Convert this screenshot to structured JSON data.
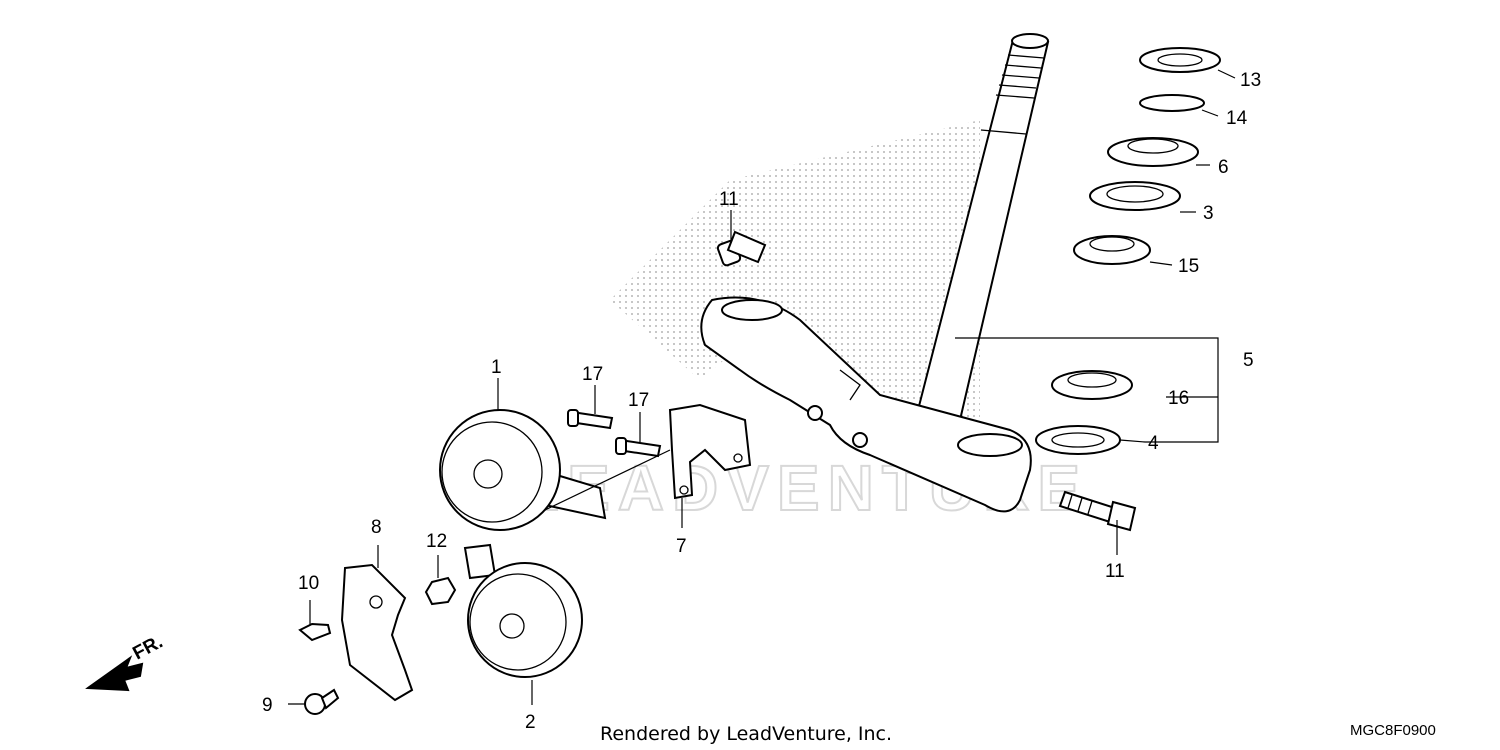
{
  "callouts": [
    {
      "id": "1",
      "label": "1"
    },
    {
      "id": "2",
      "label": "2"
    },
    {
      "id": "3",
      "label": "3"
    },
    {
      "id": "4",
      "label": "4"
    },
    {
      "id": "5",
      "label": "5"
    },
    {
      "id": "6",
      "label": "6"
    },
    {
      "id": "7",
      "label": "7"
    },
    {
      "id": "8",
      "label": "8"
    },
    {
      "id": "9",
      "label": "9"
    },
    {
      "id": "10",
      "label": "10"
    },
    {
      "id": "11a",
      "label": "11"
    },
    {
      "id": "11b",
      "label": "11"
    },
    {
      "id": "12",
      "label": "12"
    },
    {
      "id": "13",
      "label": "13"
    },
    {
      "id": "14",
      "label": "14"
    },
    {
      "id": "15",
      "label": "15"
    },
    {
      "id": "16",
      "label": "16"
    },
    {
      "id": "17a",
      "label": "17"
    },
    {
      "id": "17b",
      "label": "17"
    }
  ],
  "front_arrow_label": "FR.",
  "watermark": "LEADVENTURE",
  "footer_credit": "Rendered by LeadVenture, Inc.",
  "diagram_code": "MGC8F0900",
  "colors": {
    "line": "#000000",
    "background": "#ffffff",
    "watermark": "#d8d8d8"
  }
}
